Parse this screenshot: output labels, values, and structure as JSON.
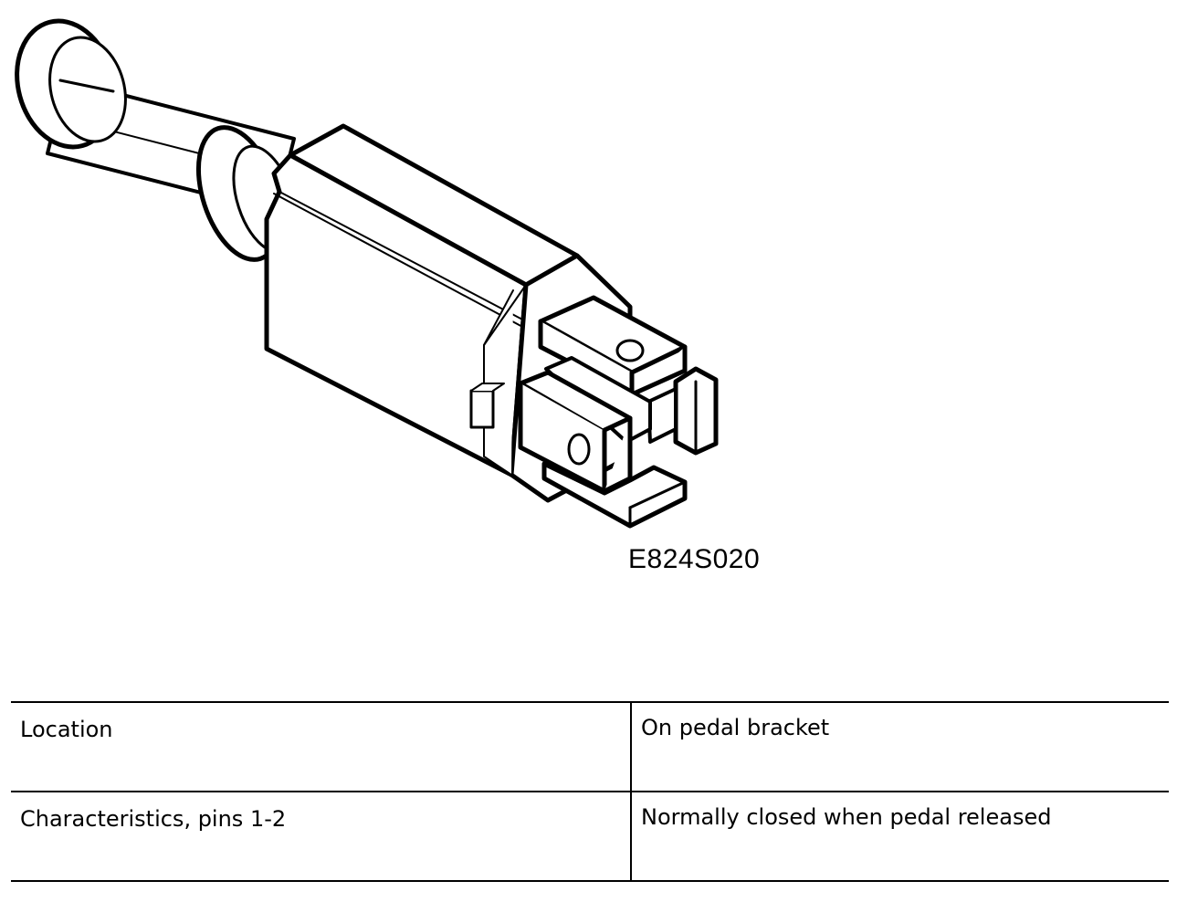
{
  "figure": {
    "code": "E824S020",
    "icons": [
      "brake-light-switch-drawing"
    ]
  },
  "specs": {
    "rows": [
      {
        "label": "Location",
        "value": "On pedal bracket"
      },
      {
        "label": "Characteristics, pins 1-2",
        "value": "Normally closed when pedal released"
      }
    ]
  }
}
